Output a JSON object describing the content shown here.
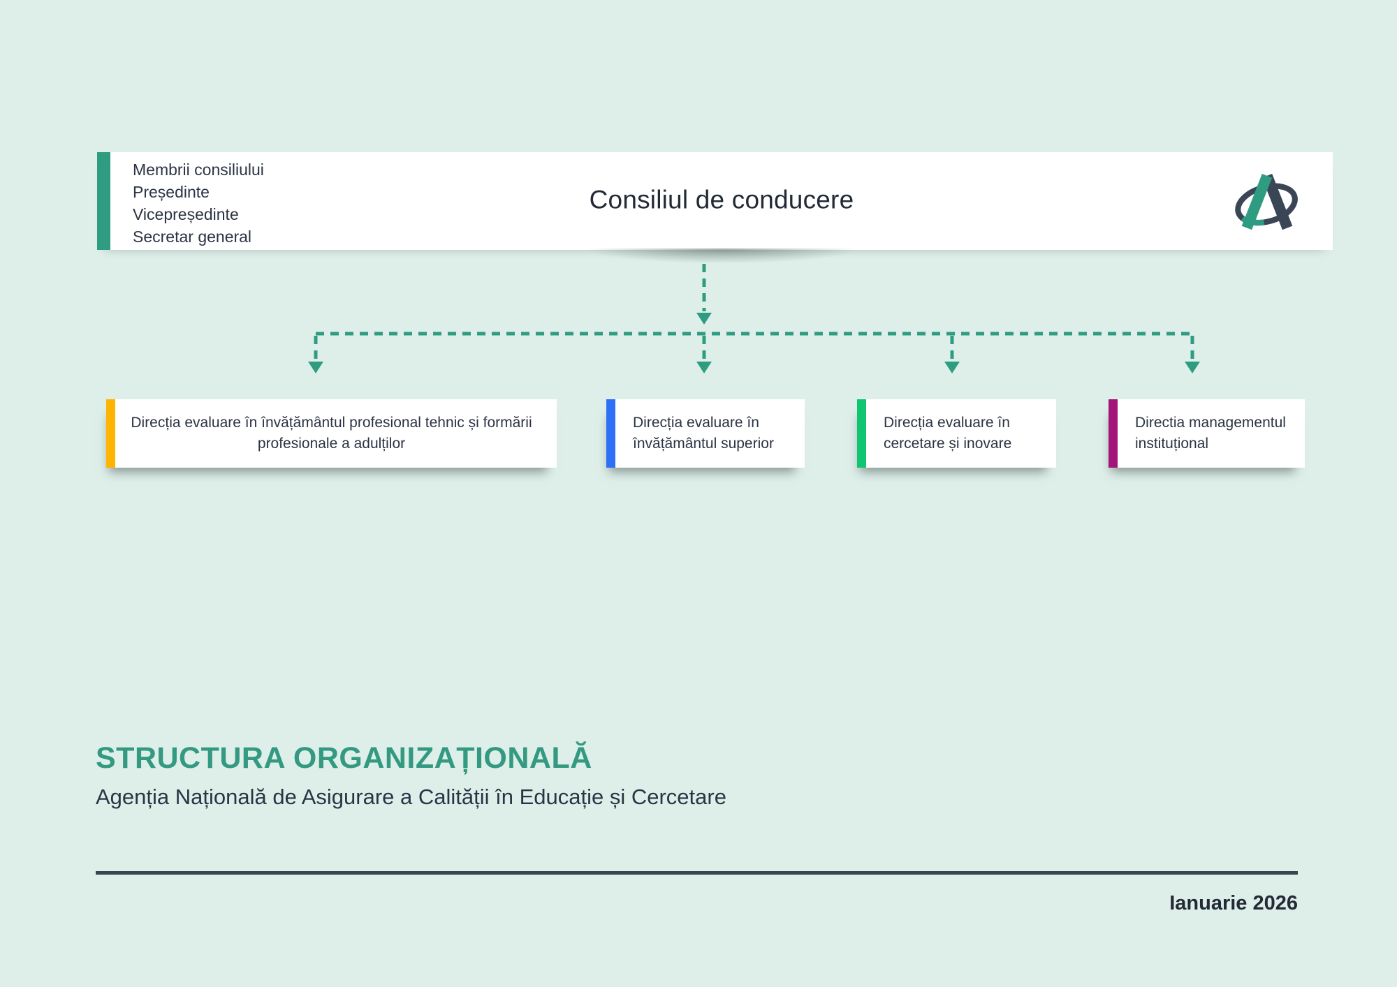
{
  "theme": {
    "background": "#DEEFEA",
    "card_background": "#FFFFFF",
    "teal_accent": "#2F9C82",
    "dark_text": "#2B3444",
    "heading_teal": "#339981",
    "divider_color": "#3A4350"
  },
  "board": {
    "title": "Consiliul de conducere",
    "accent_color": "#2F9C82",
    "members": [
      "Membrii consiliului",
      "Președinte",
      "Vicepreședinte",
      "Secretar general"
    ]
  },
  "logo": {
    "icon": "stylized-A-with-orbit-swoosh",
    "primary_color": "#2F9C82",
    "secondary_color": "#3A4556"
  },
  "connectors": {
    "style": "dashed",
    "color": "#2F9C82"
  },
  "departments": [
    {
      "label": "Direcția evaluare în învățământul profesional tehnic și formării profesionale a adulților",
      "accent_color": "#FFB404"
    },
    {
      "label": "Direcția evaluare în învățământul superior",
      "accent_color": "#2D6FF7"
    },
    {
      "label": "Direcția evaluare în cercetare și inovare",
      "accent_color": "#10C571"
    },
    {
      "label": "Directia managementul instituțional",
      "accent_color": "#A31578"
    }
  ],
  "footer": {
    "title": "STRUCTURA ORGANIZAȚIONALĂ",
    "subtitle": "Agenția Națională de Asigurare a Calității în Educație și Cercetare",
    "date": "Ianuarie 2026"
  }
}
